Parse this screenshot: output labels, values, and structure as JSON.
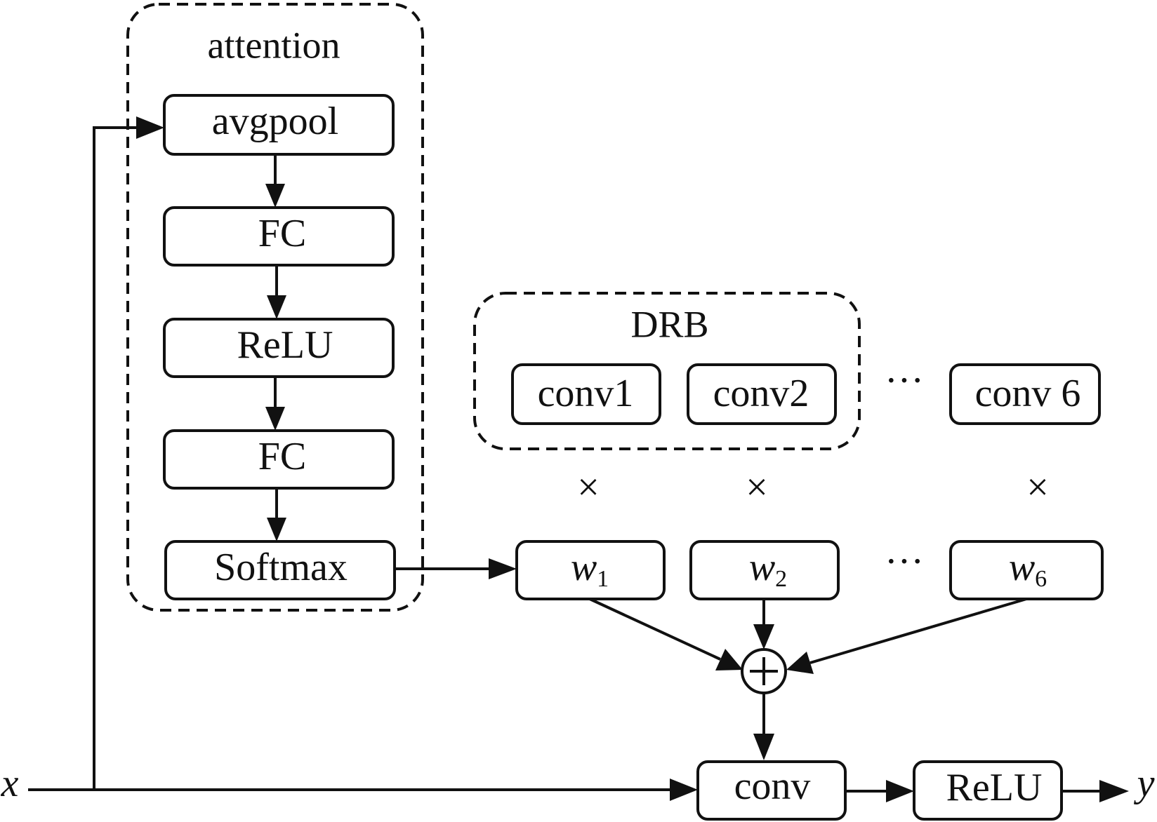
{
  "groups": {
    "attention": "attention",
    "drb": "DRB"
  },
  "attention_blocks": [
    "avgpool",
    "FC",
    "ReLU",
    "FC",
    "Softmax"
  ],
  "conv_blocks": [
    "conv1",
    "conv2",
    "conv 6"
  ],
  "weights": {
    "w1": {
      "base": "w",
      "sub": "1"
    },
    "w2": {
      "base": "w",
      "sub": "2"
    },
    "w6": {
      "base": "w",
      "sub": "6"
    }
  },
  "ellipsis": "···",
  "multiply": "×",
  "sum": "+",
  "main": {
    "input": "x",
    "output": "y",
    "conv": "conv",
    "relu": "ReLU"
  }
}
